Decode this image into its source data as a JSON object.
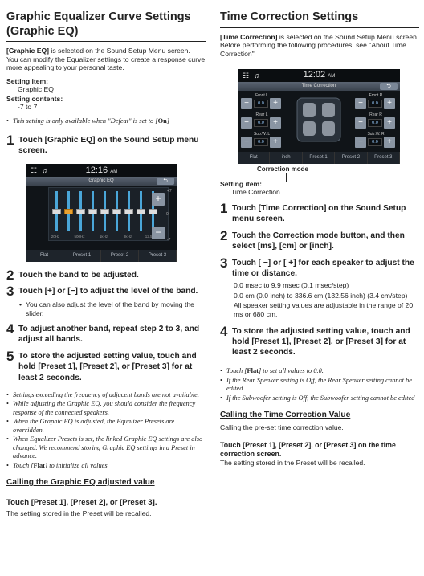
{
  "left": {
    "title_line1": "Graphic Equalizer Curve Settings",
    "title_line2": "(Graphic EQ)",
    "intro_term": "[Graphic EQ]",
    "intro_rest": " is selected on the Sound Setup Menu screen.",
    "intro_2": "You can modify the Equalizer settings to create a response curve more appealing to your personal taste.",
    "setting_item_label": "Setting item:",
    "setting_item_value": "Graphic EQ",
    "setting_contents_label": "Setting contents:",
    "setting_contents_value": "-7 to 7",
    "avail_note": "This setting is only available when \"Defeat\" is set to [",
    "avail_on": "On",
    "avail_end": "]",
    "screen": {
      "clock": "12:16",
      "ampm": "AM",
      "bar_title": "Graphic EQ",
      "side_top": "+7",
      "side_mid": "0",
      "side_bot": "-7",
      "freqs": [
        "20Hz",
        "500Hz",
        "1kHz",
        "8kHz",
        "12.5kHz"
      ],
      "presets": [
        "Flat",
        "Preset 1",
        "Preset 2",
        "Preset 3"
      ],
      "eq_levels": [
        0,
        0,
        0,
        0,
        0,
        0,
        0,
        0,
        0
      ]
    },
    "step1_n": "1",
    "step1": "Touch [Graphic EQ] on the Sound Setup menu screen.",
    "step2_n": "2",
    "step2": "Touch the band to be adjusted.",
    "step3_n": "3",
    "step3": "Touch [+] or [−] to adjust the level of the band.",
    "step3_sub": "You can also adjust the level of the band by moving the slider.",
    "step4_n": "4",
    "step4": "To adjust another band, repeat step 2 to 3, and adjust all bands.",
    "step5_n": "5",
    "step5": "To store the adjusted setting value, touch and hold [Preset 1], [Preset 2], or [Preset 3] for at least 2 seconds.",
    "notes": [
      "Settings exceeding the frequency of adjacent bands are not available.",
      "While adjusting the Graphic EQ, you should consider the frequency response of the connected speakers.",
      "When the Graphic EQ is adjusted, the Equalizer Presets are overridden.",
      "When Equalizer Presets is set, the linked Graphic EQ settings are also changed. We recommend storing Graphic EQ settings in a Preset in advance."
    ],
    "note_flat_pre": "Touch [",
    "note_flat_b": "Flat",
    "note_flat_post": "] to initialize all values.",
    "calling_title": "Calling the Graphic EQ adjusted value",
    "calling_bold": "Touch [Preset 1], [Preset 2], or [Preset 3].",
    "calling_text": "The setting stored in the Preset will be recalled."
  },
  "right": {
    "title": "Time Correction Settings",
    "intro_term": "[Time Correction]",
    "intro_rest": " is selected on the Sound Setup Menu screen.",
    "intro_2": "Before performing the following procedures, see \"About Time Correction\"",
    "screen": {
      "clock": "12:02",
      "ampm": "AM",
      "bar_title": "Time Correction",
      "speakers": [
        {
          "label": "Front L",
          "value": "0.0"
        },
        {
          "label": "Front R",
          "value": "0.0"
        },
        {
          "label": "Rear L",
          "value": "0.0"
        },
        {
          "label": "Rear R",
          "value": "0.0"
        },
        {
          "label": "Sub.W. L",
          "value": "0.0"
        },
        {
          "label": "Sub.W. R",
          "value": "0.0"
        }
      ],
      "buttons": [
        "Flat",
        "inch",
        "Preset 1",
        "Preset 2",
        "Preset 3"
      ]
    },
    "correction_mode_label": "Correction mode",
    "setting_item_label": "Setting item:",
    "setting_item_value": "Time Correction",
    "step1_n": "1",
    "step1": "Touch [Time Correction] on the Sound Setup menu screen.",
    "step2_n": "2",
    "step2": "Touch the Correction mode button, and then select [ms], [cm] or [inch].",
    "step3_n": "3",
    "step3": "Touch [ −] or [ +] for each speaker to adjust the time or distance.",
    "range_1": "0.0 msec to 9.9 msec (0.1 msec/step)",
    "range_2": "0.0 cm (0.0 inch) to 336.6 cm (132.56 inch) (3.4 cm/step)",
    "range_3": "All speaker setting values are adjustable in the range of 20 ms or 680 cm.",
    "step4_n": "4",
    "step4": "To store the adjusted setting value, touch and hold [Preset 1], [Preset 2], or [Preset 3] for at least 2 seconds.",
    "note_flat_pre": "Touch [",
    "note_flat_b": "Flat",
    "note_flat_post": "] to set all values to 0.0.",
    "notes": [
      "If the Rear Speaker setting is Off, the Rear Speaker setting cannot be edited",
      "If the Subwoofer setting is Off, the Subwoofer setting cannot be edited"
    ],
    "calling_title": "Calling the Time Correction Value",
    "calling_text": "Calling the pre-set time correction value.",
    "touch_bold": "Touch [Preset 1], [Preset 2], or [Preset 3] on the time correction screen.",
    "touch_text": "The setting stored in the Preset will be recalled."
  }
}
